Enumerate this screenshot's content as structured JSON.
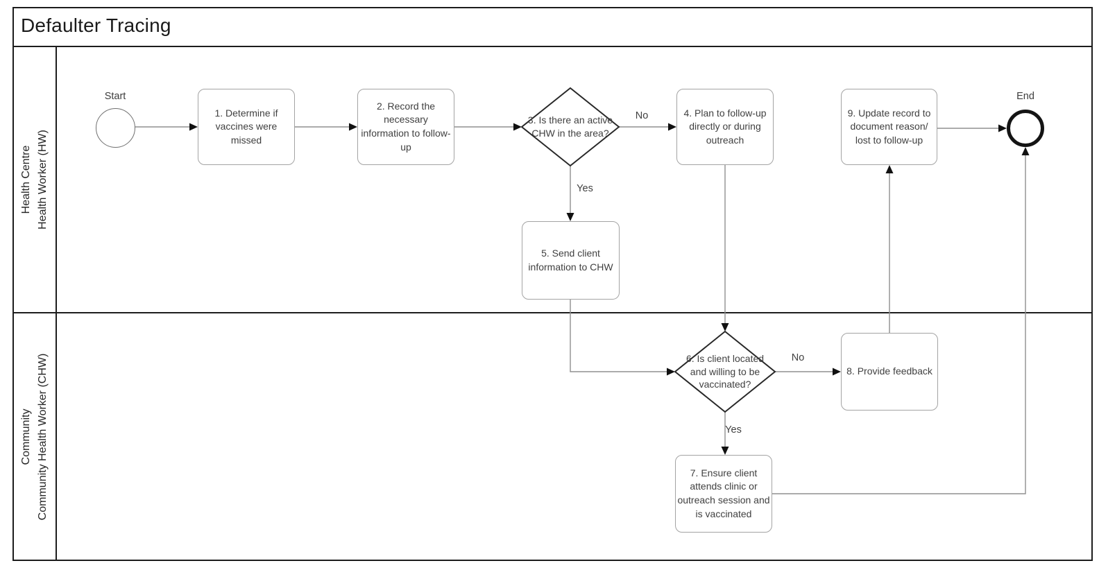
{
  "title": "Defaulter Tracing",
  "lanes": [
    {
      "line1": "Health Centre",
      "line2": "Health Worker (HW)"
    },
    {
      "line1": "Community",
      "line2": "Community Health Worker (CHW)"
    }
  ],
  "nodes": {
    "start": {
      "type": "start-event",
      "label": "Start"
    },
    "task1": {
      "type": "task",
      "label": "1. Determine if vaccines were missed"
    },
    "task2": {
      "type": "task",
      "label": "2. Record the necessary information to follow-up"
    },
    "gateway3": {
      "type": "decision",
      "label": "3. Is there an active CHW in the area?"
    },
    "task4": {
      "type": "task",
      "label": "4. Plan to follow-up directly or during outreach"
    },
    "task5": {
      "type": "task",
      "label": "5. Send client information to CHW"
    },
    "gateway6": {
      "type": "decision",
      "label": "6. Is client located and willing to be vaccinated?"
    },
    "task7": {
      "type": "task",
      "label": "7. Ensure client attends clinic or outreach session and is vaccinated"
    },
    "task8": {
      "type": "task",
      "label": "8. Provide feedback"
    },
    "task9": {
      "type": "task",
      "label": "9. Update record to document reason/ lost to follow-up"
    },
    "end": {
      "type": "end-event",
      "label": "End"
    }
  },
  "edges": [
    {
      "from": "start",
      "to": "task1",
      "label": ""
    },
    {
      "from": "task1",
      "to": "task2",
      "label": ""
    },
    {
      "from": "task2",
      "to": "gateway3",
      "label": ""
    },
    {
      "from": "gateway3",
      "to": "task4",
      "label": "No"
    },
    {
      "from": "gateway3",
      "to": "task5",
      "label": "Yes"
    },
    {
      "from": "task5",
      "to": "gateway6",
      "label": ""
    },
    {
      "from": "task4",
      "to": "gateway6",
      "label": ""
    },
    {
      "from": "gateway6",
      "to": "task8",
      "label": "No"
    },
    {
      "from": "gateway6",
      "to": "task7",
      "label": "Yes"
    },
    {
      "from": "task8",
      "to": "task9",
      "label": ""
    },
    {
      "from": "task9",
      "to": "end",
      "label": ""
    },
    {
      "from": "task7",
      "to": "end",
      "label": ""
    }
  ],
  "colors": {
    "frame_border": "#1c1c1c",
    "connector": "#8f8f8f",
    "arrowhead": "#111111",
    "task_border": "#a3a3a3",
    "decision_border": "#282828",
    "text": "#404040",
    "background": "#ffffff"
  }
}
